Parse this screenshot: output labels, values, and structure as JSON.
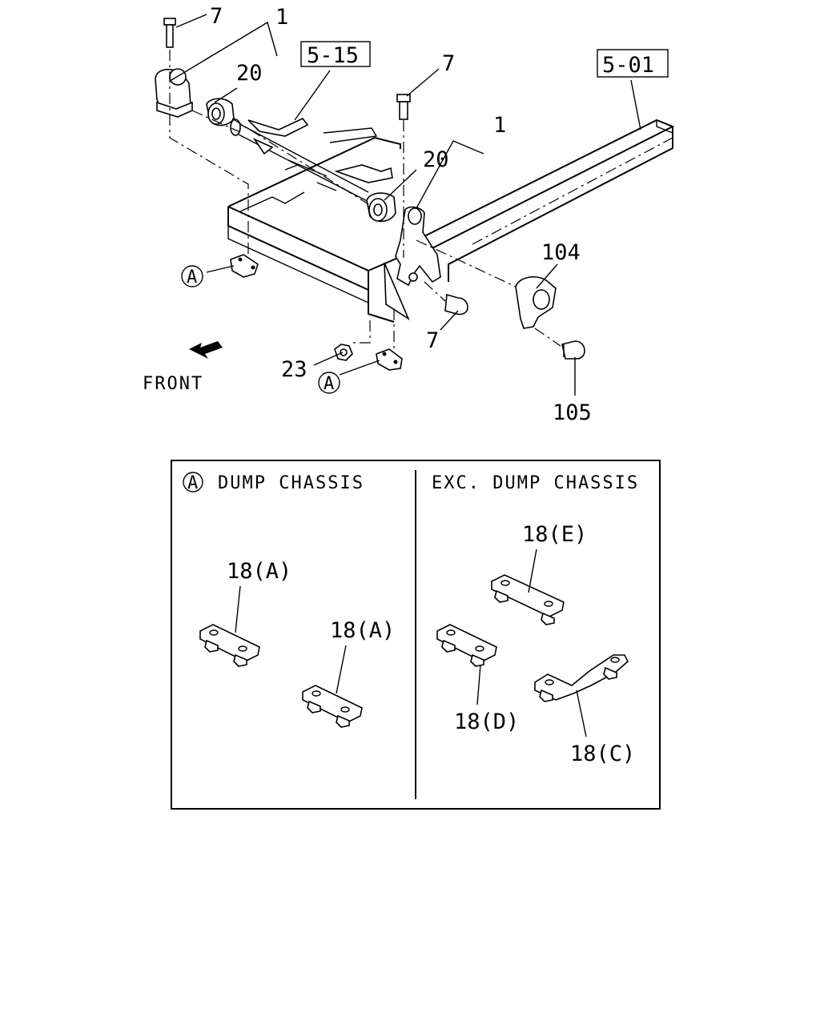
{
  "callouts": {
    "c7a": "7",
    "c1a": "1",
    "c20a": "20",
    "ref515": "5-15",
    "c7b": "7",
    "ref501": "5-01",
    "c1b": "1",
    "c20b": "20",
    "c104": "104",
    "c7c": "7",
    "c23": "23",
    "c105": "105",
    "circleA1": "A",
    "circleA2": "A",
    "front": "FRONT"
  },
  "panel": {
    "left_marker": "A",
    "left_title": "DUMP CHASSIS",
    "right_title": "EXC. DUMP CHASSIS",
    "left_parts": [
      "18(A)",
      "18(A)"
    ],
    "right_parts": [
      "18(E)",
      "18(D)",
      "18(C)"
    ]
  },
  "icons": [
    "front-arrow-icon"
  ]
}
